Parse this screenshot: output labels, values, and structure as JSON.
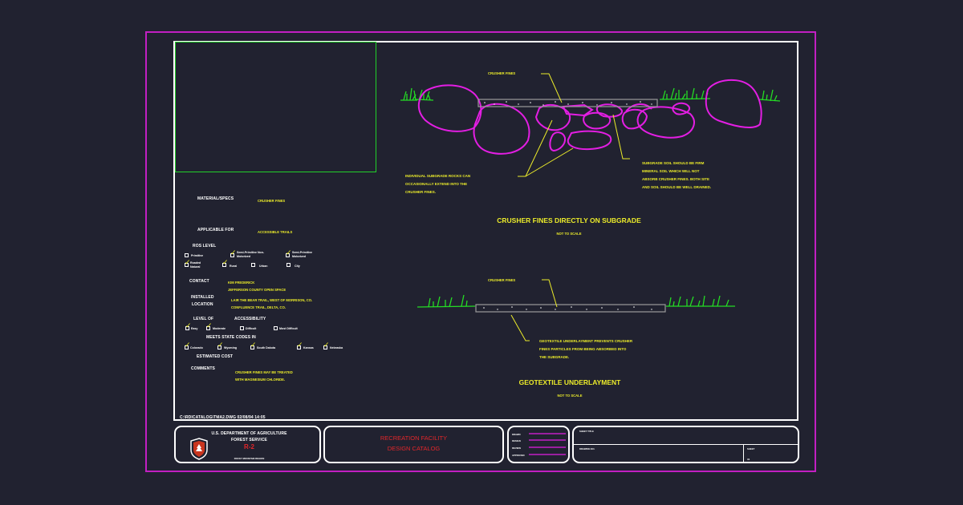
{
  "detail1": {
    "callout_top": "CRUSHER FINES",
    "callout_left": [
      "INDIVIDUAL SUBGRADE ROCKS CAN",
      "OCCASIONALLY EXTEND INTO THE",
      "CRUSHER FINES."
    ],
    "callout_right": [
      "SUBGRADE SOIL SHOULD BE FIRM",
      "MINERAL SOIL WHICH WILL NOT",
      "ABSORB CRUSHER FINES.  BOTH SITE",
      "AND SOIL SHOULD BE WELL DRAINED."
    ],
    "title": "CRUSHER FINES DIRECTLY ON SUBGRADE",
    "scale": "NOT TO SCALE"
  },
  "detail2": {
    "callout_top": "CRUSHER FINES",
    "callout": [
      "GEOTEXTILE UNDERLAYMENT PREVENTS CRUSHER",
      "FINES PARTICLES FROM BEING ABSORBED INTO",
      "THE SUBGRADE."
    ],
    "title": "GEOTEXTILE UNDERLAYMENT",
    "scale": "NOT TO SCALE"
  },
  "specs": {
    "material_label": "MATERIAL/SPECS",
    "material_value": "CRUSHER FINES",
    "applicable_label": "APPLICABLE FOR",
    "applicable_value": "ACCESSIBLE TRAILS",
    "ros_label": "ROS LEVEL",
    "ros_options": [
      {
        "label": "Primitive",
        "checked": false
      },
      {
        "label": "Semi-Primitive Non-Motorized",
        "checked": true
      },
      {
        "label": "Semi-Primitive Motorized",
        "checked": true
      },
      {
        "label": "Roaded Natural",
        "checked": true
      },
      {
        "label": "Rural",
        "checked": true
      },
      {
        "label": "Urban",
        "checked": false
      },
      {
        "label": "City",
        "checked": false
      }
    ],
    "contact_label": "CONTACT",
    "contact_value": [
      "KIM FREDERICK",
      "JEFFERSON COUNTY OPEN SPACE"
    ],
    "installed_label": [
      "INSTALLED",
      "LOCATION"
    ],
    "installed_value": [
      "LAIR THE BEAR TRAIL, WEST OF MORRISON, CO.",
      "CONFLUENCE TRAIL, DELTA, CO."
    ],
    "difficulty_label": "LEVEL OF",
    "accessibility_label": "ACCESSIBILITY",
    "difficulty_options": [
      {
        "label": "Easy",
        "checked": true
      },
      {
        "label": "Moderate",
        "checked": true
      },
      {
        "label": "Difficult",
        "checked": false
      },
      {
        "label": "Most Difficult",
        "checked": false
      }
    ],
    "state_codes_label": "MEETS STATE CODES IN",
    "states": [
      {
        "label": "Colorado",
        "checked": true
      },
      {
        "label": "Wyoming",
        "checked": true
      },
      {
        "label": "South Dakota",
        "checked": true
      },
      {
        "label": "Kansas",
        "checked": true
      },
      {
        "label": "Nebraska",
        "checked": true
      }
    ],
    "cost_label": "ESTIMATED COST",
    "comments_label": "COMMENTS",
    "comments_value": [
      "CRUSHER FINES MAY BE TREATED",
      "WITH MAGNESIUM CHLORIDE."
    ]
  },
  "file_path": "C:\\RDICATALOG\\TMA2.DWG 02/08/94 14:05",
  "title_block": {
    "agency1": "U.S. DEPARTMENT OF AGRICULTURE",
    "agency2": "FOREST SERVICE",
    "region": "R-2",
    "agency_small": "ROCKY MOUNTAIN REGION",
    "catalog1": "RECREATION FACILITY",
    "catalog2": "DESIGN CATALOG",
    "rev_rows": [
      "DRAWN",
      "DESIGN",
      "REVIEW",
      "APPROVED"
    ],
    "sheet_title_label": "SHEET TITLE",
    "drawing_no_label": "DRAWING NO.",
    "sheet_no_label": "SHEET",
    "sheet_no": "31"
  },
  "colors": {
    "background": "#212230",
    "sheet_border": "#c21fc2",
    "rocks": "#e31ee3",
    "grass": "#24dc24",
    "text_yellow": "#ecec2a",
    "title_red": "#e3262a",
    "photo_frame": "#22d12a"
  }
}
